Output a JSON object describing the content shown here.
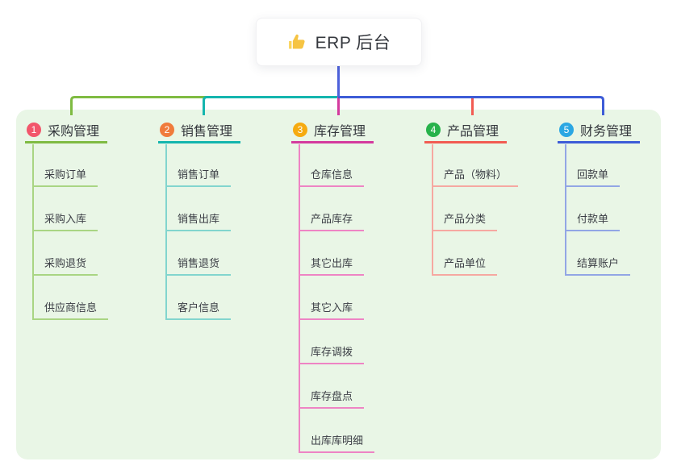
{
  "canvas": {
    "page_bg": "#FFFFFF",
    "panel_bg": "#E9F6E6"
  },
  "root": {
    "label": "ERP 后台",
    "icon": "thumbs-up-icon",
    "icon_color": "#F6C443",
    "icon_cuff_color": "#FAD55C",
    "line_color": "#4D61DB"
  },
  "branches": [
    {
      "index": "1",
      "title": "采购管理",
      "badge_color": "#F2566B",
      "color": "#7FBB42",
      "light_color": "#A9D583",
      "items": [
        "采购订单",
        "采购入库",
        "采购退货",
        "供应商信息"
      ]
    },
    {
      "index": "2",
      "title": "销售管理",
      "badge_color": "#F07B3C",
      "color": "#14B5AE",
      "light_color": "#82D5CE",
      "items": [
        "销售订单",
        "销售出库",
        "销售退货",
        "客户信息"
      ]
    },
    {
      "index": "3",
      "title": "库存管理",
      "badge_color": "#F6AB10",
      "color": "#D43A9E",
      "light_color": "#EE84C4",
      "items": [
        "仓库信息",
        "产品库存",
        "其它出库",
        "其它入库",
        "库存调拨",
        "库存盘点",
        "出库库明细"
      ]
    },
    {
      "index": "4",
      "title": "产品管理",
      "badge_color": "#27B24B",
      "color": "#F25B52",
      "light_color": "#F6A8A1",
      "items": [
        "产品（物料）",
        "产品分类",
        "产品单位"
      ]
    },
    {
      "index": "5",
      "title": "财务管理",
      "badge_color": "#2BA7E3",
      "color": "#3D5CD7",
      "light_color": "#92A6E5",
      "items": [
        "回款单",
        "付款单",
        "结算账户"
      ]
    }
  ]
}
